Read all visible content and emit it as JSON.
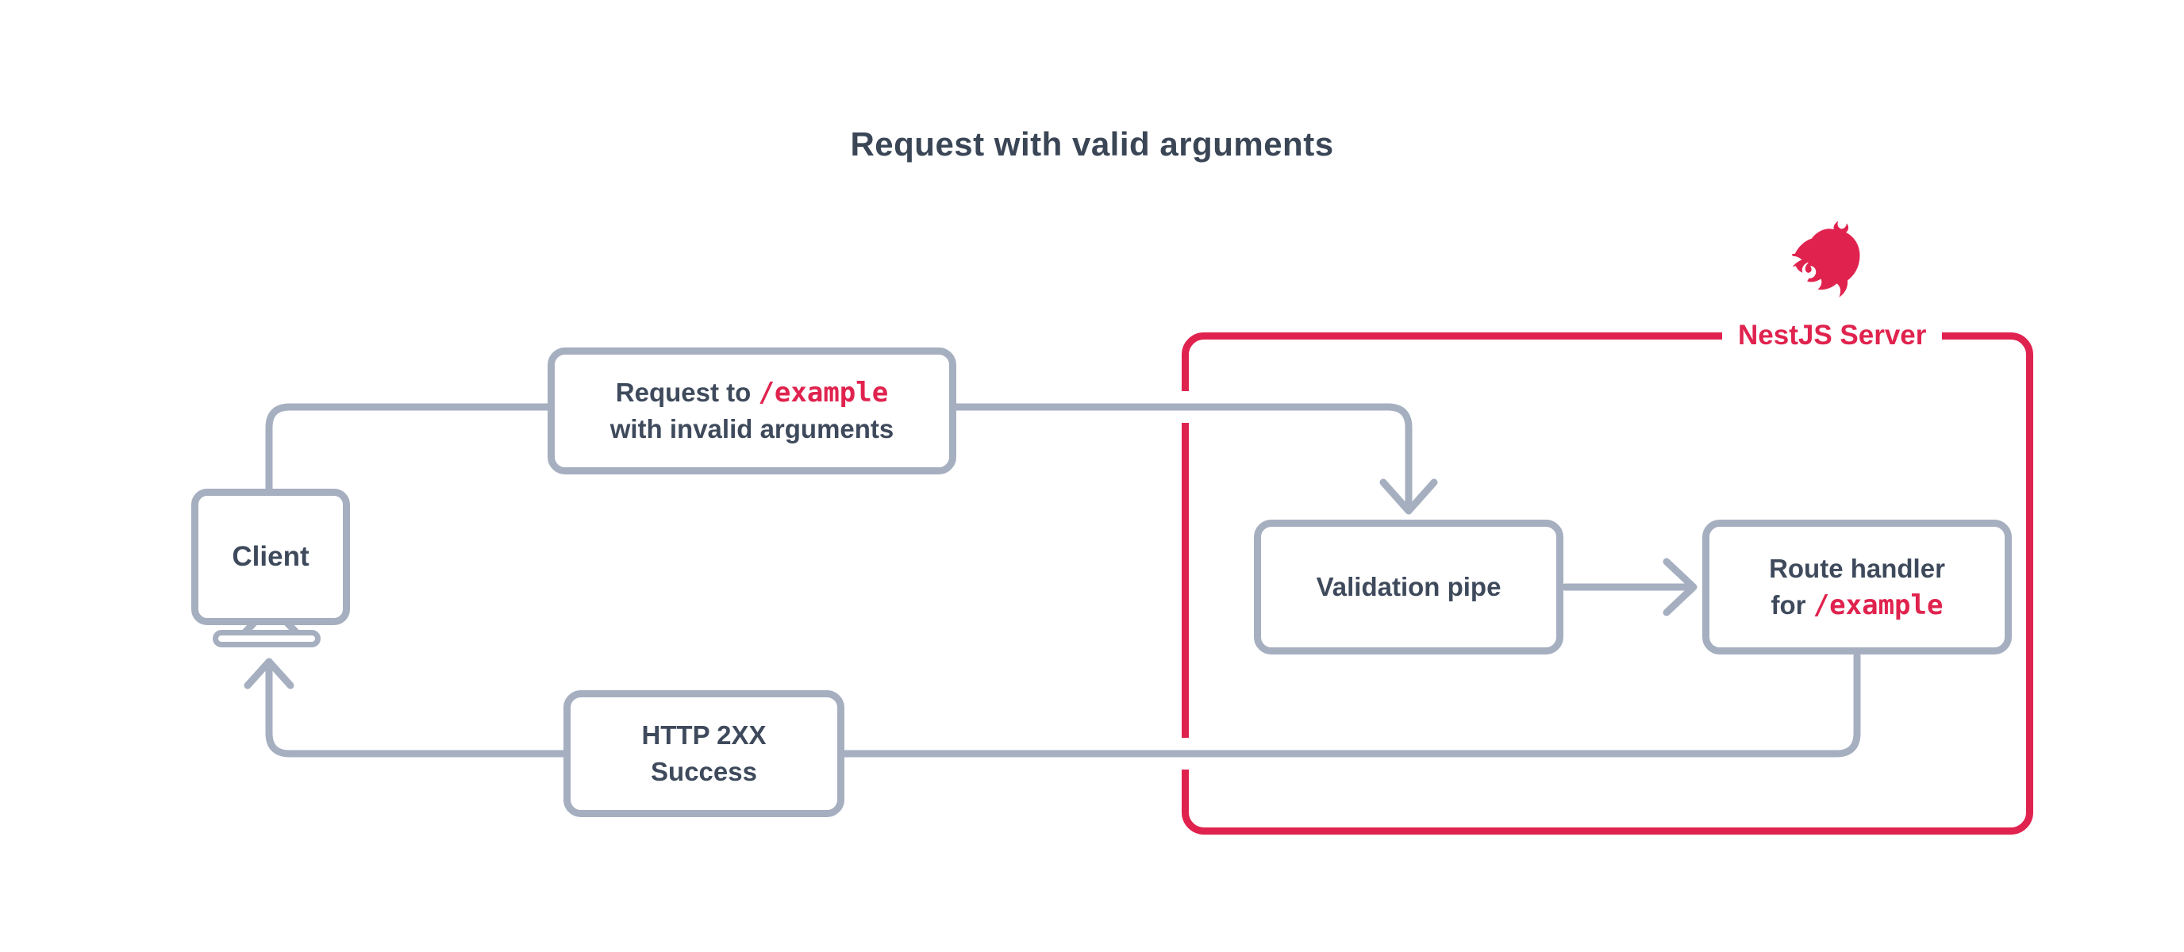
{
  "title": "Request with valid arguments",
  "colors": {
    "accent_red": "#e0234e",
    "line_gray": "#a5afc0",
    "text_dark": "#3e4a5c",
    "background": "#ffffff"
  },
  "client": {
    "label": "Client"
  },
  "request_box": {
    "prefix": "Request to ",
    "endpoint": "/example",
    "line2": "with invalid arguments"
  },
  "server": {
    "label": "NestJS Server"
  },
  "validation_box": {
    "label": "Validation pipe"
  },
  "route_box": {
    "line1": "Route handler",
    "line2_prefix": "for ",
    "endpoint": "/example"
  },
  "response_box": {
    "line1": "HTTP 2XX",
    "line2": "Success"
  },
  "icons": {
    "logo": "nestjs-cat-logo",
    "client_device": "desktop-monitor"
  }
}
